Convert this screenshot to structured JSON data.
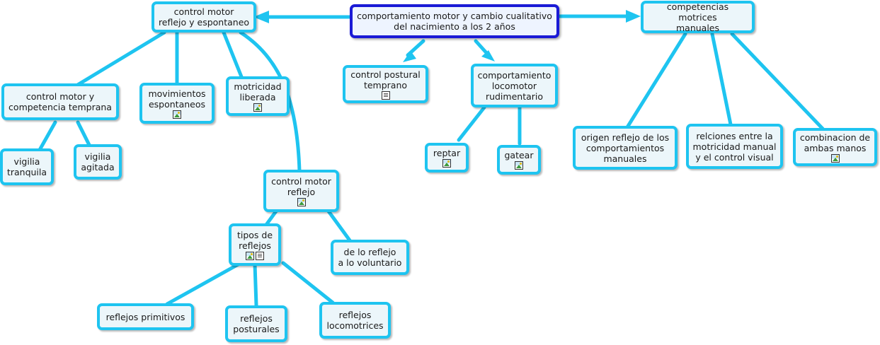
{
  "nodes": {
    "root": {
      "label": "comportamiento motor y cambio cualitativo\ndel nacimiento a los 2 años",
      "icons": []
    },
    "control_reflejo_espontaneo": {
      "label": "control motor\nreflejo y espontaneo",
      "icons": []
    },
    "competencias_manuales": {
      "label": "competencias motrices\nmanuales",
      "icons": []
    },
    "control_postural": {
      "label": "control postural\ntemprano",
      "icons": [
        "document-icon"
      ]
    },
    "locomotor": {
      "label": "comportamiento\nlocomotor\nrudimentario",
      "icons": []
    },
    "control_competencia_temprana": {
      "label": "control motor y\ncompetencia temprana",
      "icons": []
    },
    "movimientos_espontaneos": {
      "label": "movimientos\nespontaneos",
      "icons": [
        "image-icon"
      ]
    },
    "motricidad_liberada": {
      "label": "motricidad\nliberada",
      "icons": [
        "image-icon"
      ]
    },
    "vigilia_tranquila": {
      "label": "vigilia\ntranquila",
      "icons": []
    },
    "vigilia_agitada": {
      "label": "vigilia\nagitada",
      "icons": []
    },
    "control_motor_reflejo": {
      "label": "control motor\nreflejo",
      "icons": [
        "image-icon"
      ]
    },
    "tipos_reflejos": {
      "label": "tipos de\nreflejos",
      "icons": [
        "image-icon",
        "document-icon"
      ]
    },
    "reflejo_voluntario": {
      "label": "de lo reflejo\na lo voluntario",
      "icons": []
    },
    "reflejos_primitivos": {
      "label": "reflejos primitivos",
      "icons": []
    },
    "reflejos_posturales": {
      "label": "reflejos\nposturales",
      "icons": []
    },
    "reflejos_locomotrices": {
      "label": "reflejos\nlocomotrices",
      "icons": []
    },
    "reptar": {
      "label": "reptar",
      "icons": [
        "image-icon"
      ]
    },
    "gatear": {
      "label": "gatear",
      "icons": [
        "image-icon"
      ]
    },
    "origen_reflejo": {
      "label": "origen reflejo de los\ncomportamientos\nmanuales",
      "icons": []
    },
    "relaciones": {
      "label": "relciones entre la\nmotricidad manual\ny el control visual",
      "icons": []
    },
    "combinacion": {
      "label": "combinacion de\nambas manos",
      "icons": [
        "image-icon"
      ]
    }
  },
  "colors": {
    "edge": "#1ec4f0",
    "node_border": "#1ec4f0",
    "root_border": "#1a1ad6",
    "node_fill": "#ecf6fa"
  }
}
